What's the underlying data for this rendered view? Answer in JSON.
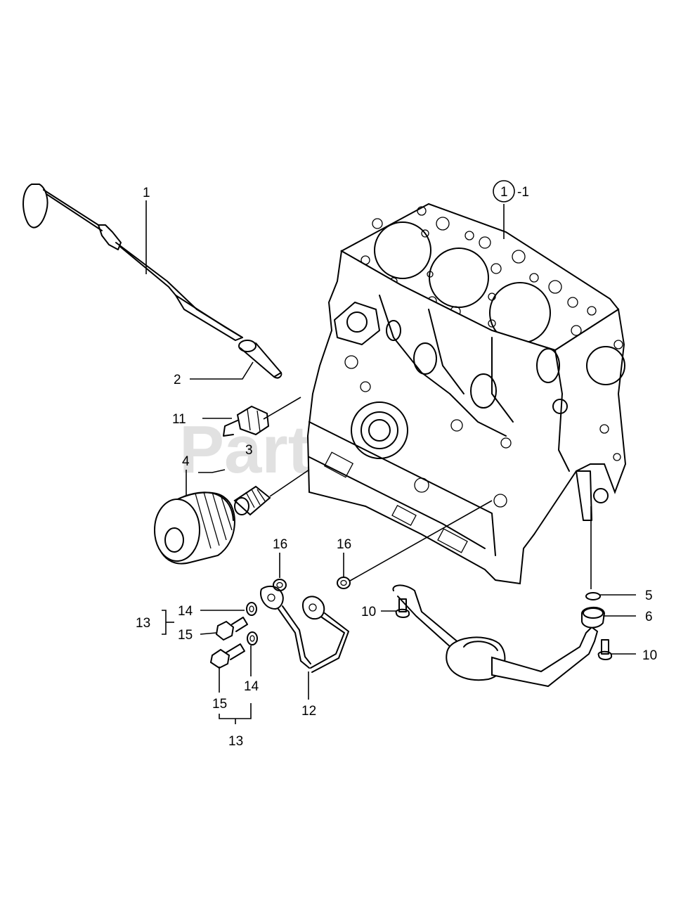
{
  "watermark": "PartsTree",
  "callouts": {
    "c1": "1",
    "c2": "2",
    "c3": "3",
    "c4": "4",
    "c5": "5",
    "c6": "6",
    "c10a": "10",
    "c10b": "10",
    "c11": "11",
    "c12": "12",
    "c13a": "13",
    "c13b": "13",
    "c14a": "14",
    "c14b": "14",
    "c15a": "15",
    "c15b": "15",
    "c16a": "16",
    "c16b": "16",
    "block_circled": "1",
    "block_suffix": "-1"
  }
}
